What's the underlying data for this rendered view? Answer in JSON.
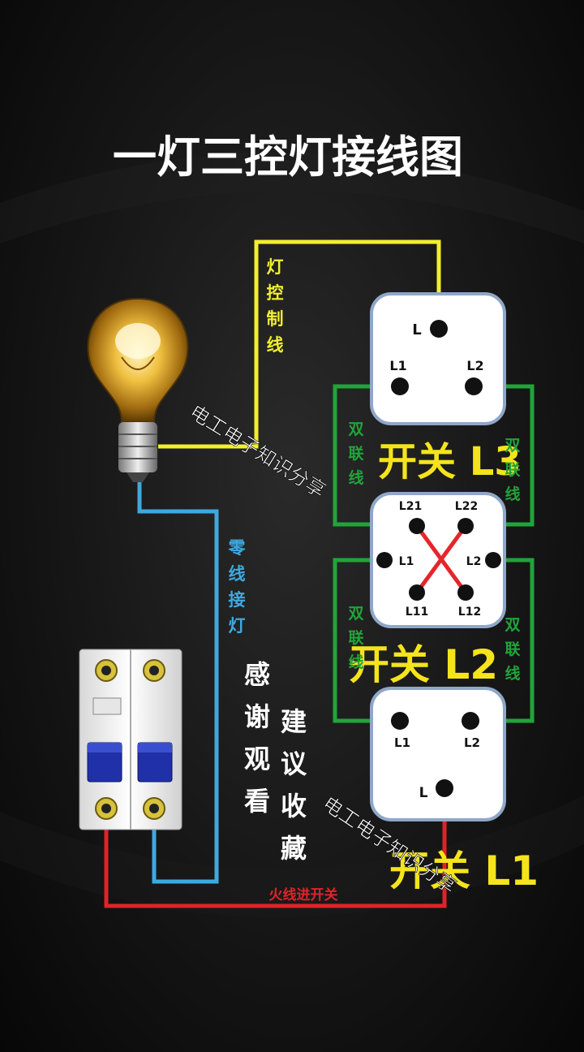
{
  "title": "一灯三控灯接线图",
  "wire_labels": {
    "lamp_control": [
      "灯",
      "控",
      "制",
      "线"
    ],
    "neutral": [
      "零",
      "线",
      "接",
      "灯"
    ],
    "double_left_top": [
      "双",
      "联",
      "线"
    ],
    "double_right_top": [
      "双",
      "联",
      "线"
    ],
    "double_left_mid": [
      "双",
      "联",
      "线"
    ],
    "double_right_mid": [
      "双",
      "联",
      "线"
    ],
    "fire": "火线进开关"
  },
  "switches": {
    "l3": {
      "name": "开关 L3",
      "terminals": [
        "L",
        "L1",
        "L2"
      ]
    },
    "l2": {
      "name": "开关 L2",
      "terminals": [
        "L21",
        "L22",
        "L1",
        "L2",
        "L11",
        "L12"
      ]
    },
    "l1": {
      "name": "开关 L1",
      "terminals": [
        "L1",
        "L2",
        "L"
      ]
    }
  },
  "side_text": {
    "col1": [
      "感",
      "谢",
      "观",
      "看"
    ],
    "col2": [
      "建",
      "议",
      "收",
      "藏"
    ]
  },
  "watermark": "电工电子知识分享",
  "colors": {
    "yellow_wire": "#f2ef2e",
    "blue_wire": "#3ea9e0",
    "green_wire": "#21a43a",
    "red_wire": "#e2222a",
    "switch_title": "#f5e41c",
    "cross": "#e5262b"
  }
}
